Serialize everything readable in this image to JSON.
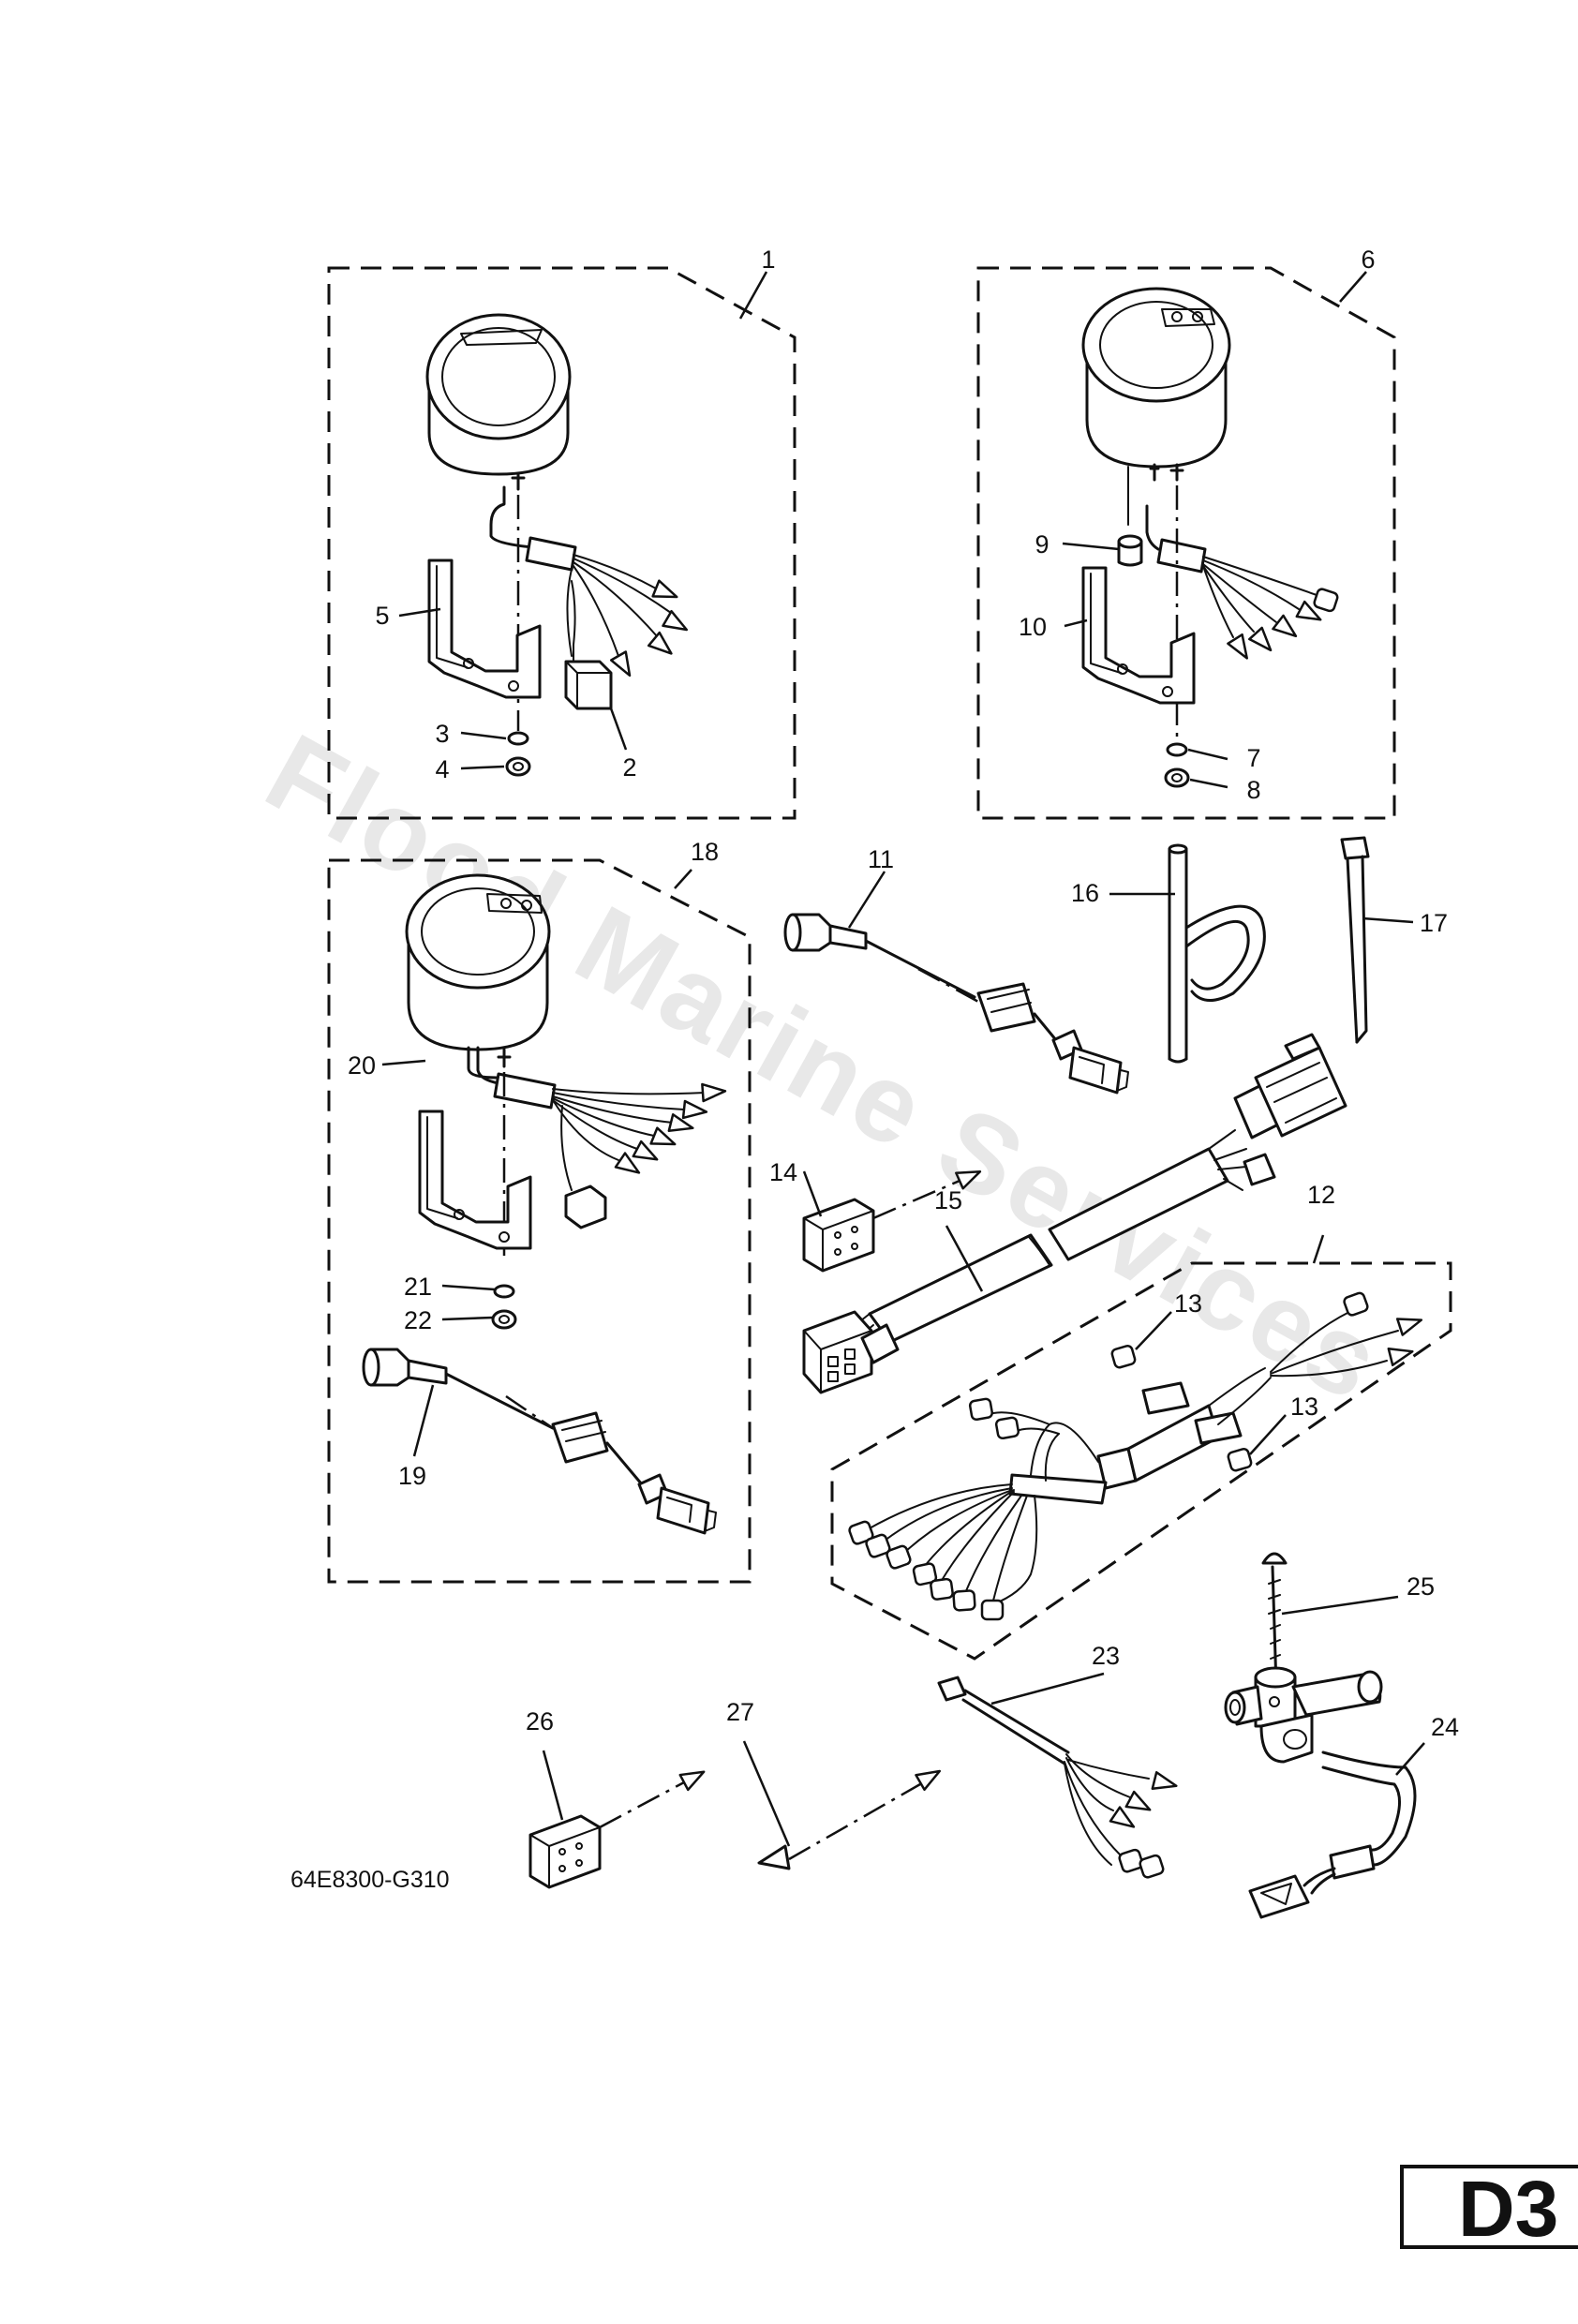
{
  "callouts": {
    "c1": "1",
    "c2": "2",
    "c3": "3",
    "c4": "4",
    "c5": "5",
    "c6": "6",
    "c7": "7",
    "c8": "8",
    "c9": "9",
    "c10": "10",
    "c11": "11",
    "c12": "12",
    "c13a": "13",
    "c13b": "13",
    "c14": "14",
    "c15": "15",
    "c16": "16",
    "c17": "17",
    "c18": "18",
    "c19": "19",
    "c20": "20",
    "c21": "21",
    "c22": "22",
    "c23": "23",
    "c24": "24",
    "c25": "25",
    "c26": "26",
    "c27": "27"
  },
  "diagram_code": "64E8300-G310",
  "watermark": "Flood Marine Services",
  "page_label": "D3"
}
